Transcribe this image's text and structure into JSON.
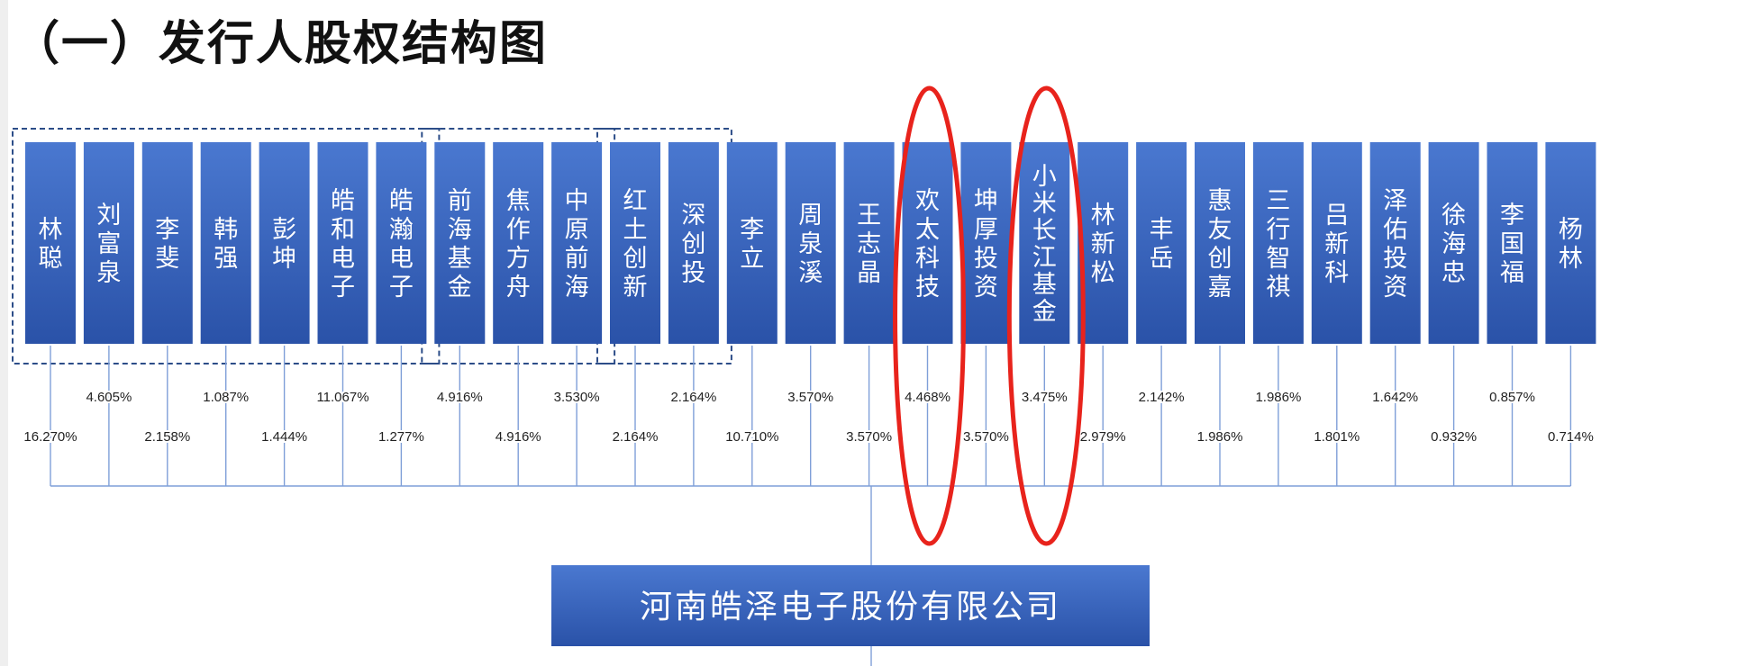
{
  "title": "（一）发行人股权结构图",
  "colors": {
    "box_top": "#4a78d0",
    "box_bottom": "#2a52a8",
    "line": "#7f9fd8",
    "group_border": "#2c4d88",
    "highlight": "#e8231c"
  },
  "company": {
    "name": "河南皓泽电子股份有限公司"
  },
  "shareholders": [
    {
      "name": "林聪",
      "pct": "16.270%",
      "group": 1
    },
    {
      "name": "刘富泉",
      "pct": "4.605%",
      "group": 1
    },
    {
      "name": "李斐",
      "pct": "2.158%",
      "group": 1
    },
    {
      "name": "韩强",
      "pct": "1.087%",
      "group": 1
    },
    {
      "name": "彭坤",
      "pct": "1.444%",
      "group": 1
    },
    {
      "name": "皓和电子",
      "pct": "11.067%",
      "group": 1
    },
    {
      "name": "皓瀚电子",
      "pct": "1.277%",
      "group": 1
    },
    {
      "name": "前海基金",
      "pct": "4.916%",
      "group": 2
    },
    {
      "name": "焦作方舟",
      "pct": "4.916%",
      "group": 2
    },
    {
      "name": "中原前海",
      "pct": "3.530%",
      "group": 2
    },
    {
      "name": "红土创新",
      "pct": "2.164%",
      "group": 3
    },
    {
      "name": "深创投",
      "pct": "2.164%",
      "group": 3
    },
    {
      "name": "李立",
      "pct": "10.710%",
      "group": 0
    },
    {
      "name": "周泉溪",
      "pct": "3.570%",
      "group": 0
    },
    {
      "name": "王志晶",
      "pct": "3.570%",
      "group": 0
    },
    {
      "name": "欢太科技",
      "pct": "4.468%",
      "group": 0,
      "highlight": true
    },
    {
      "name": "坤厚投资",
      "pct": "3.570%",
      "group": 0
    },
    {
      "name": "小米长江基金",
      "pct": "3.475%",
      "group": 0,
      "highlight": true
    },
    {
      "name": "林新松",
      "pct": "2.979%",
      "group": 0
    },
    {
      "name": "丰岳",
      "pct": "2.142%",
      "group": 0
    },
    {
      "name": "惠友创嘉",
      "pct": "1.986%",
      "group": 0
    },
    {
      "name": "三行智祺",
      "pct": "1.986%",
      "group": 0
    },
    {
      "name": "吕新科",
      "pct": "1.801%",
      "group": 0
    },
    {
      "name": "泽佑投资",
      "pct": "1.642%",
      "group": 0
    },
    {
      "name": "徐海忠",
      "pct": "0.932%",
      "group": 0
    },
    {
      "name": "李国福",
      "pct": "0.857%",
      "group": 0
    },
    {
      "name": "杨林",
      "pct": "0.714%",
      "group": 0
    }
  ]
}
